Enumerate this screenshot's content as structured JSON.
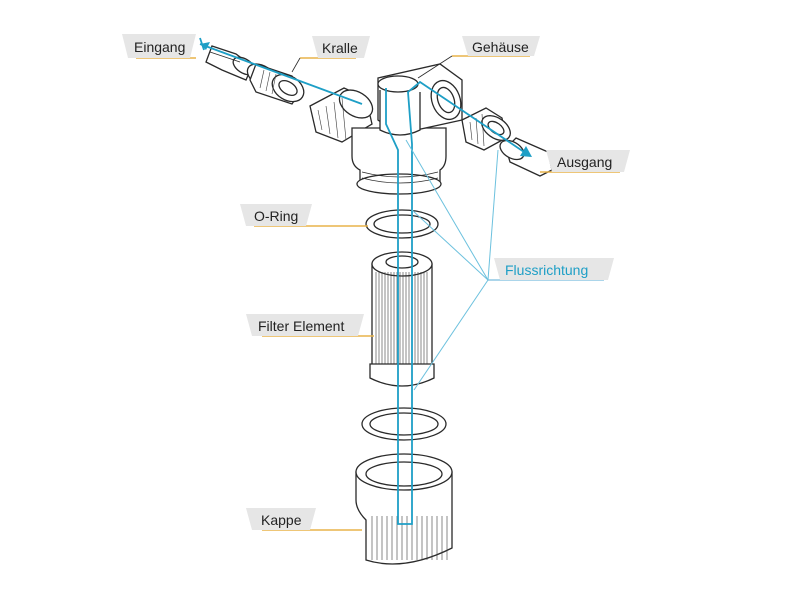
{
  "labels": {
    "inlet": "Eingang",
    "claw": "Kralle",
    "housing": "Gehäuse",
    "outlet": "Ausgang",
    "oring": "O-Ring",
    "flow": "Flussrichtung",
    "filter": "Filter Element",
    "cap": "Kappe"
  },
  "colors": {
    "flow": "#1e9fc6",
    "underline": "#e8b34a",
    "tag": "#e6e6e6",
    "outline": "#2a2a2a"
  }
}
